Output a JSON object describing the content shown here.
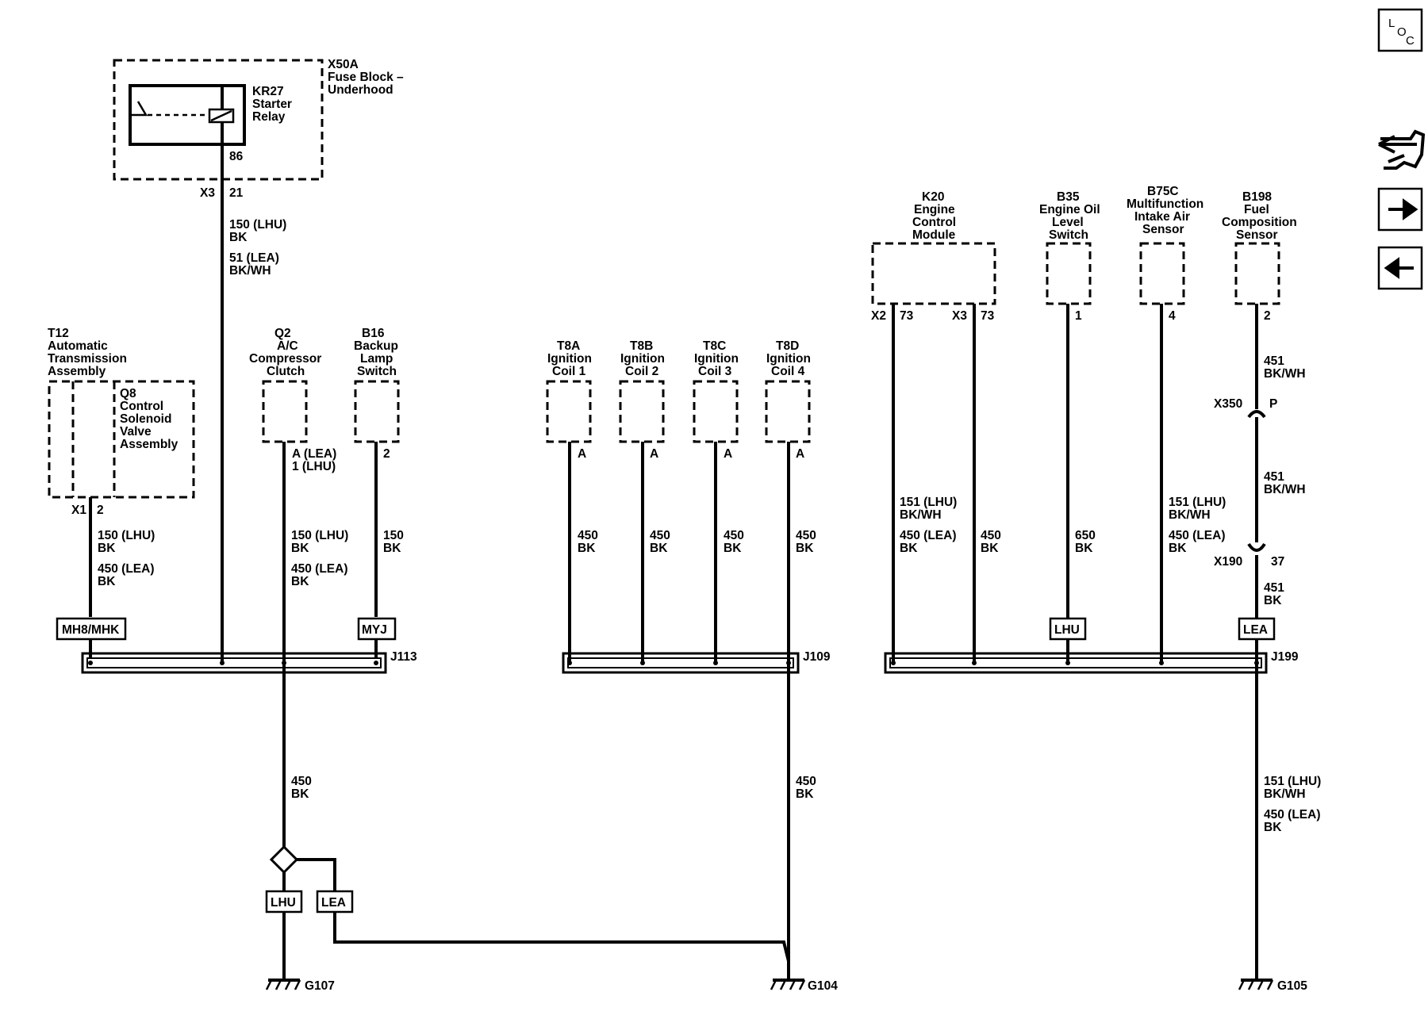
{
  "nav": {
    "loc_icon": "loc-icon",
    "loc_letters": [
      "L",
      "O",
      "C"
    ],
    "connector_icon": "connector-icon",
    "next_icon": "right-arrow-icon",
    "prev_icon": "left-arrow-icon"
  },
  "components": {
    "x50a": [
      "X50A",
      "Fuse Block –",
      "Underhood"
    ],
    "kr27": [
      "KR27",
      "Starter",
      "Relay"
    ],
    "t12": [
      "T12",
      "Automatic",
      "Transmission",
      "Assembly"
    ],
    "q8": [
      "Q8",
      "Control",
      "Solenoid",
      "Valve",
      "Assembly"
    ],
    "q2": [
      "Q2",
      "A/C",
      "Compressor",
      "Clutch"
    ],
    "b16": [
      "B16",
      "Backup",
      "Lamp",
      "Switch"
    ],
    "t8a": [
      "T8A",
      "Ignition",
      "Coil 1"
    ],
    "t8b": [
      "T8B",
      "Ignition",
      "Coil 2"
    ],
    "t8c": [
      "T8C",
      "Ignition",
      "Coil 3"
    ],
    "t8d": [
      "T8D",
      "Ignition",
      "Coil 4"
    ],
    "k20": [
      "K20",
      "Engine",
      "Control",
      "Module"
    ],
    "b35": [
      "B35",
      "Engine Oil",
      "Level",
      "Switch"
    ],
    "b75c": [
      "B75C",
      "Multifunction",
      "Intake Air",
      "Sensor"
    ],
    "b198": [
      "B198",
      "Fuel",
      "Composition",
      "Sensor"
    ]
  },
  "pins": {
    "kr27_86": "86",
    "x3": "X3",
    "pin_21": "21",
    "t12_x1": "X1",
    "t12_2": "2",
    "q2_pin": [
      "A (LEA)",
      "1 (LHU)"
    ],
    "b16_2": "2",
    "coil_a": "A",
    "k20_x2": "X2",
    "k20_73a": "73",
    "k20_x3": "X3",
    "k20_73b": "73",
    "b35_1": "1",
    "b75c_4": "4",
    "b198_2": "2",
    "x350": "X350",
    "x350_p": "P",
    "x190": "X190",
    "x190_37": "37"
  },
  "wires": {
    "starter_a": [
      "150 (LHU)",
      "BK"
    ],
    "starter_b": [
      "51 (LEA)",
      "BK/WH"
    ],
    "t12_a": [
      "150 (LHU)",
      "BK"
    ],
    "t12_b": [
      "450 (LEA)",
      "BK"
    ],
    "q2_a": [
      "150 (LHU)",
      "BK"
    ],
    "q2_b": [
      "450 (LEA)",
      "BK"
    ],
    "b16": [
      "150",
      "BK"
    ],
    "coil": [
      "450",
      "BK"
    ],
    "k20_a": [
      "151 (LHU)",
      "BK/WH"
    ],
    "k20_b": [
      "450 (LEA)",
      "BK"
    ],
    "k20_x3": [
      "450",
      "BK"
    ],
    "b35": [
      "650",
      "BK"
    ],
    "b75c_a": [
      "151 (LHU)",
      "BK/WH"
    ],
    "b75c_b": [
      "450 (LEA)",
      "BK"
    ],
    "b198_top": [
      "451",
      "BK/WH"
    ],
    "b198_mid": [
      "451",
      "BK/WH"
    ],
    "b198_low": [
      "451",
      "BK"
    ],
    "g107": [
      "450",
      "BK"
    ],
    "g104": [
      "450",
      "BK"
    ],
    "g105_a": [
      "151 (LHU)",
      "BK/WH"
    ],
    "g105_b": [
      "450 (LEA)",
      "BK"
    ]
  },
  "options": {
    "mh8": "MH8/MHK",
    "myj": "MYJ",
    "lhu_b35": "LHU",
    "lea_b198": "LEA",
    "lhu_g107": "LHU",
    "lea_g107": "LEA"
  },
  "splices": {
    "j113": "J113",
    "j109": "J109",
    "j199": "J199"
  },
  "grounds": {
    "g107": "G107",
    "g104": "G104",
    "g105": "G105"
  }
}
